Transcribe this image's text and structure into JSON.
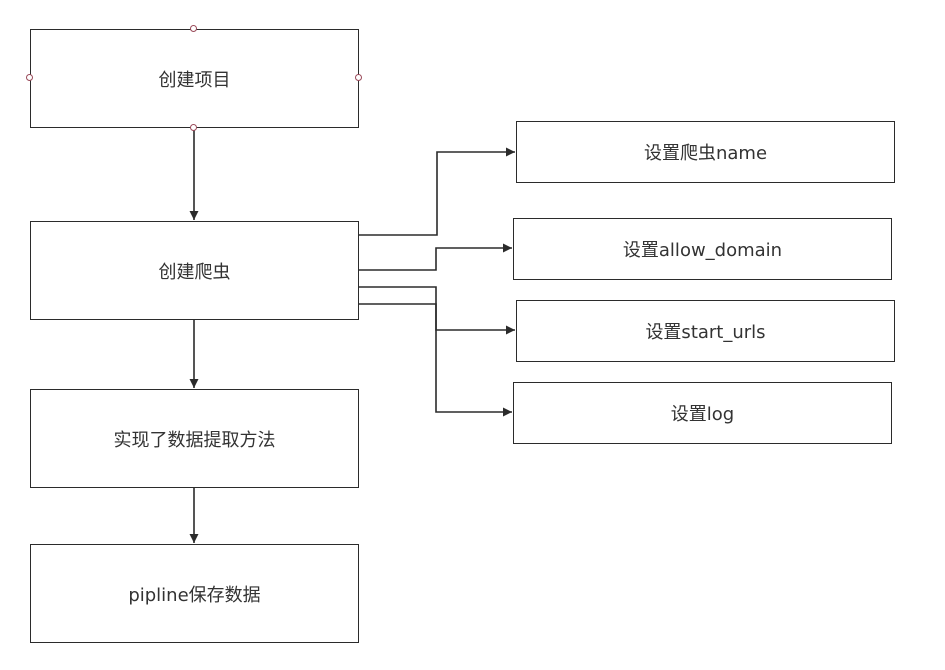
{
  "diagram": {
    "nodes": [
      {
        "id": "create-project",
        "label": "创建项目"
      },
      {
        "id": "create-spider",
        "label": "创建爬虫"
      },
      {
        "id": "implement-extract",
        "label": "实现了数据提取方法"
      },
      {
        "id": "pipeline-save",
        "label": "pipline保存数据"
      },
      {
        "id": "set-name",
        "label": "设置爬虫name"
      },
      {
        "id": "set-allow-domain",
        "label": "设置allow_domain"
      },
      {
        "id": "set-start-urls",
        "label": "设置start_urls"
      },
      {
        "id": "set-log",
        "label": "设置log"
      }
    ],
    "edges": [
      {
        "from": "create-project",
        "to": "create-spider"
      },
      {
        "from": "create-spider",
        "to": "implement-extract"
      },
      {
        "from": "implement-extract",
        "to": "pipeline-save"
      },
      {
        "from": "create-spider",
        "to": "set-name"
      },
      {
        "from": "create-spider",
        "to": "set-allow-domain"
      },
      {
        "from": "create-spider",
        "to": "set-start-urls"
      },
      {
        "from": "create-spider",
        "to": "set-log"
      }
    ],
    "colors": {
      "stroke": "#2b2b2b",
      "text": "#333333",
      "selection_handle": "#9a4a5a"
    },
    "selected_node": "create-project"
  }
}
